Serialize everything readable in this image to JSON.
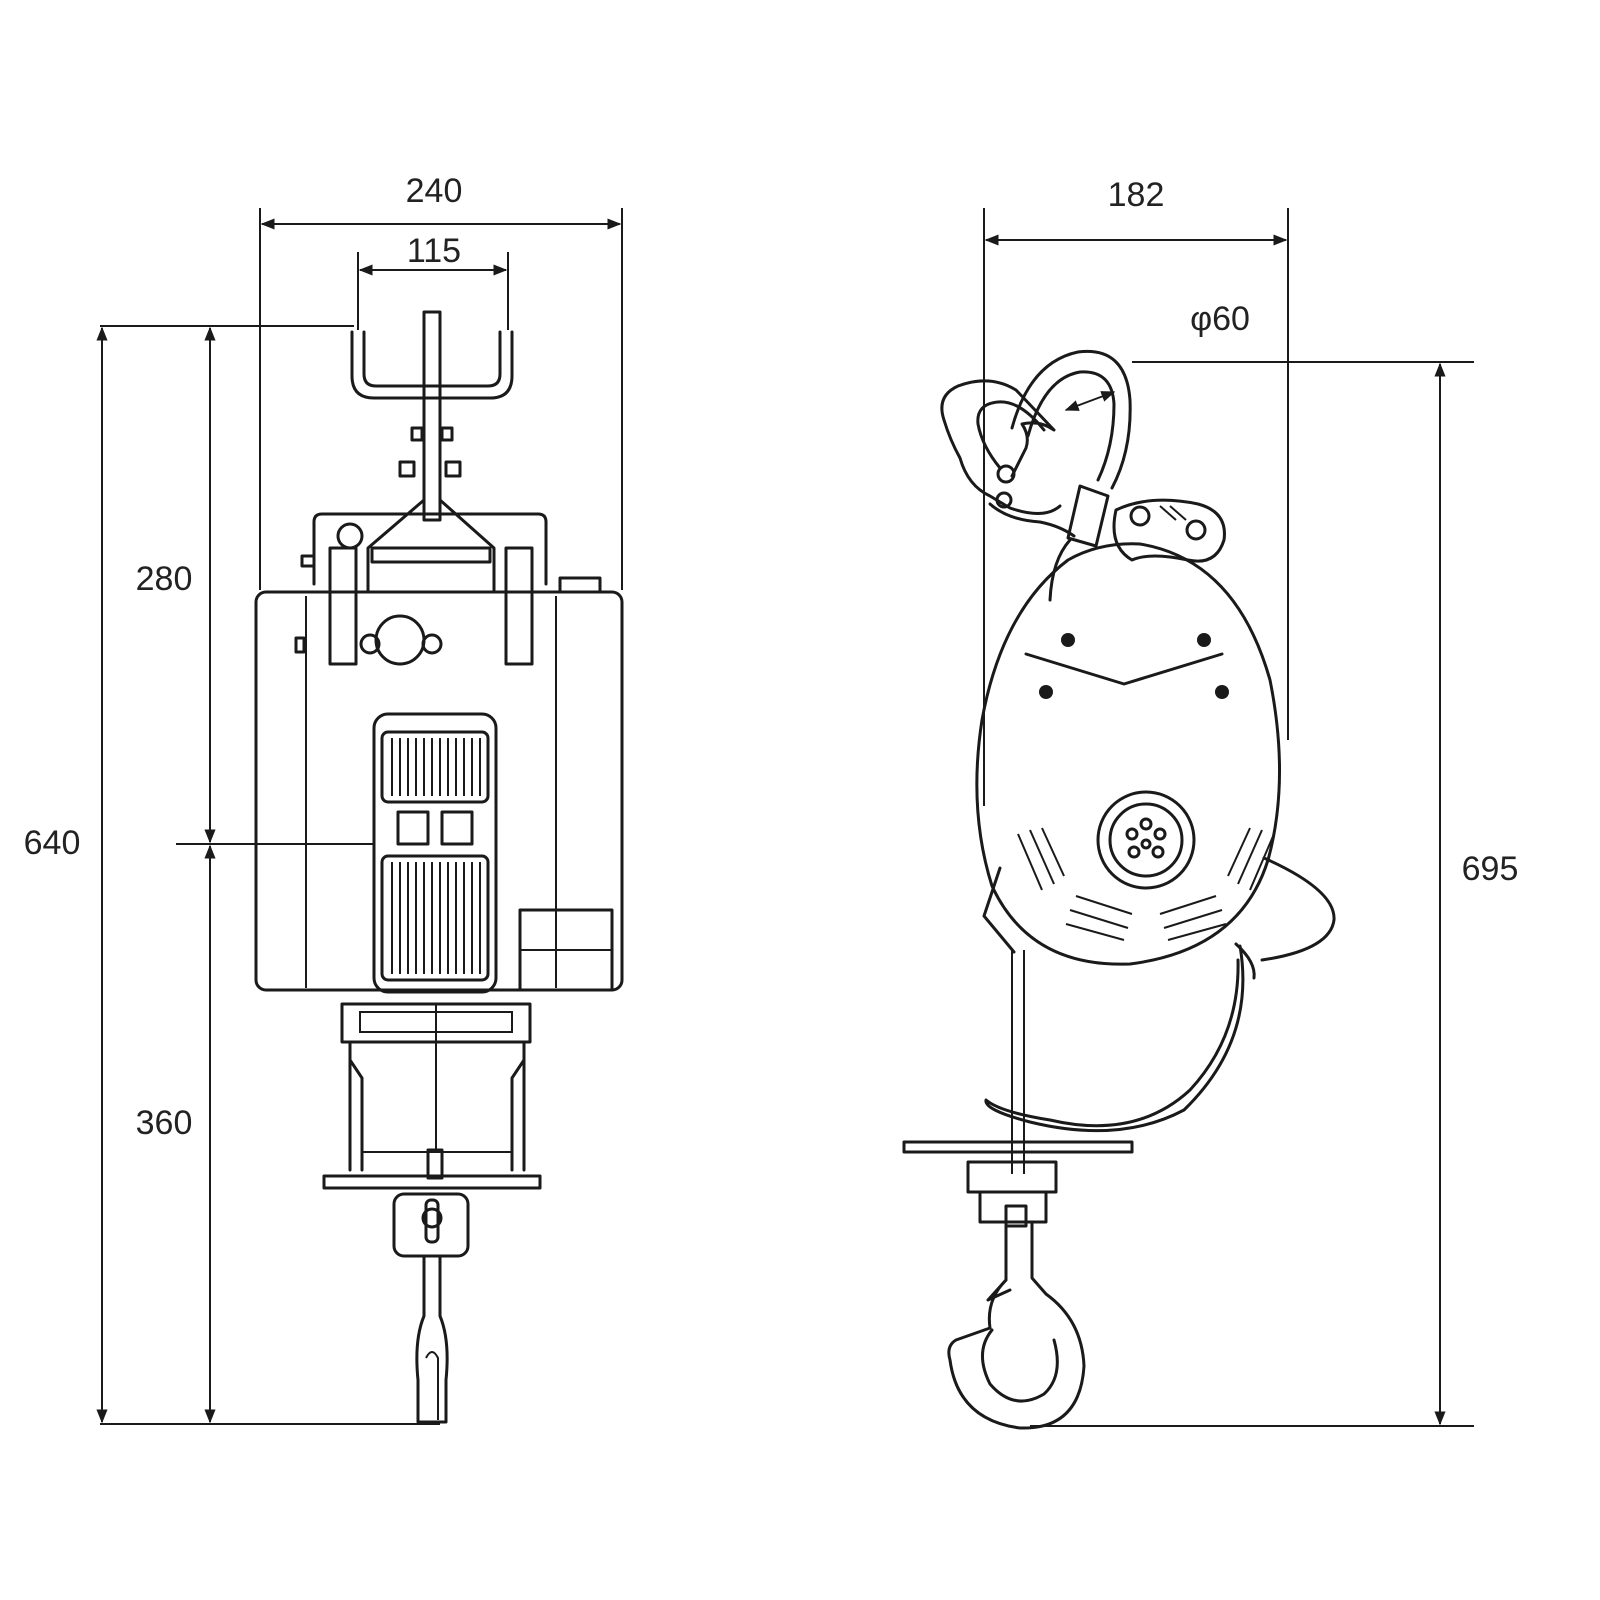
{
  "colors": {
    "line": "#1a1a1a",
    "background": "#ffffff",
    "text": "#222222"
  },
  "front_view": {
    "overall_width": "240",
    "hook_spread": "115",
    "overall_height": "640",
    "upper_height": "280",
    "lower_height": "360"
  },
  "side_view": {
    "depth": "182",
    "hook_diameter": "φ60",
    "overall_height": "695"
  }
}
